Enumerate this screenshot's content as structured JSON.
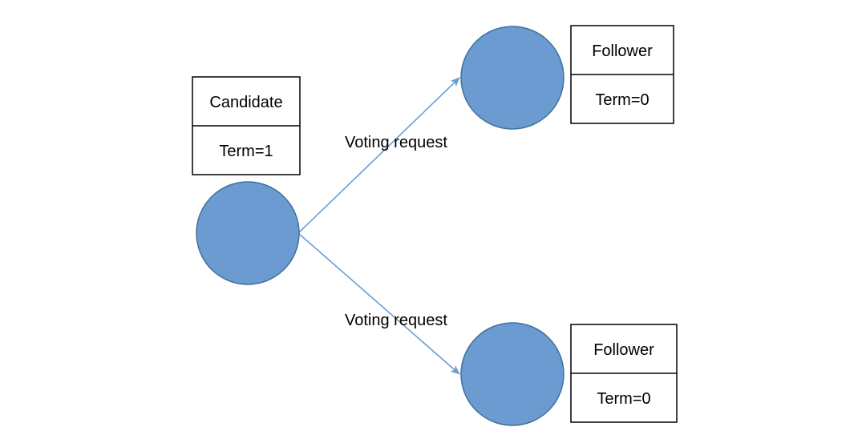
{
  "colors": {
    "node_fill": "#6B9BD1",
    "node_stroke": "#41719C",
    "edge": "#6C9CD1",
    "box_stroke": "#000000"
  },
  "nodes": {
    "candidate": {
      "role": "Candidate",
      "term": "Term=1"
    },
    "follower_top": {
      "role": "Follower",
      "term": "Term=0"
    },
    "follower_bottom": {
      "role": "Follower",
      "term": "Term=0"
    }
  },
  "edges": {
    "to_top": {
      "label": "Voting request"
    },
    "to_bottom": {
      "label": "Voting request"
    }
  }
}
